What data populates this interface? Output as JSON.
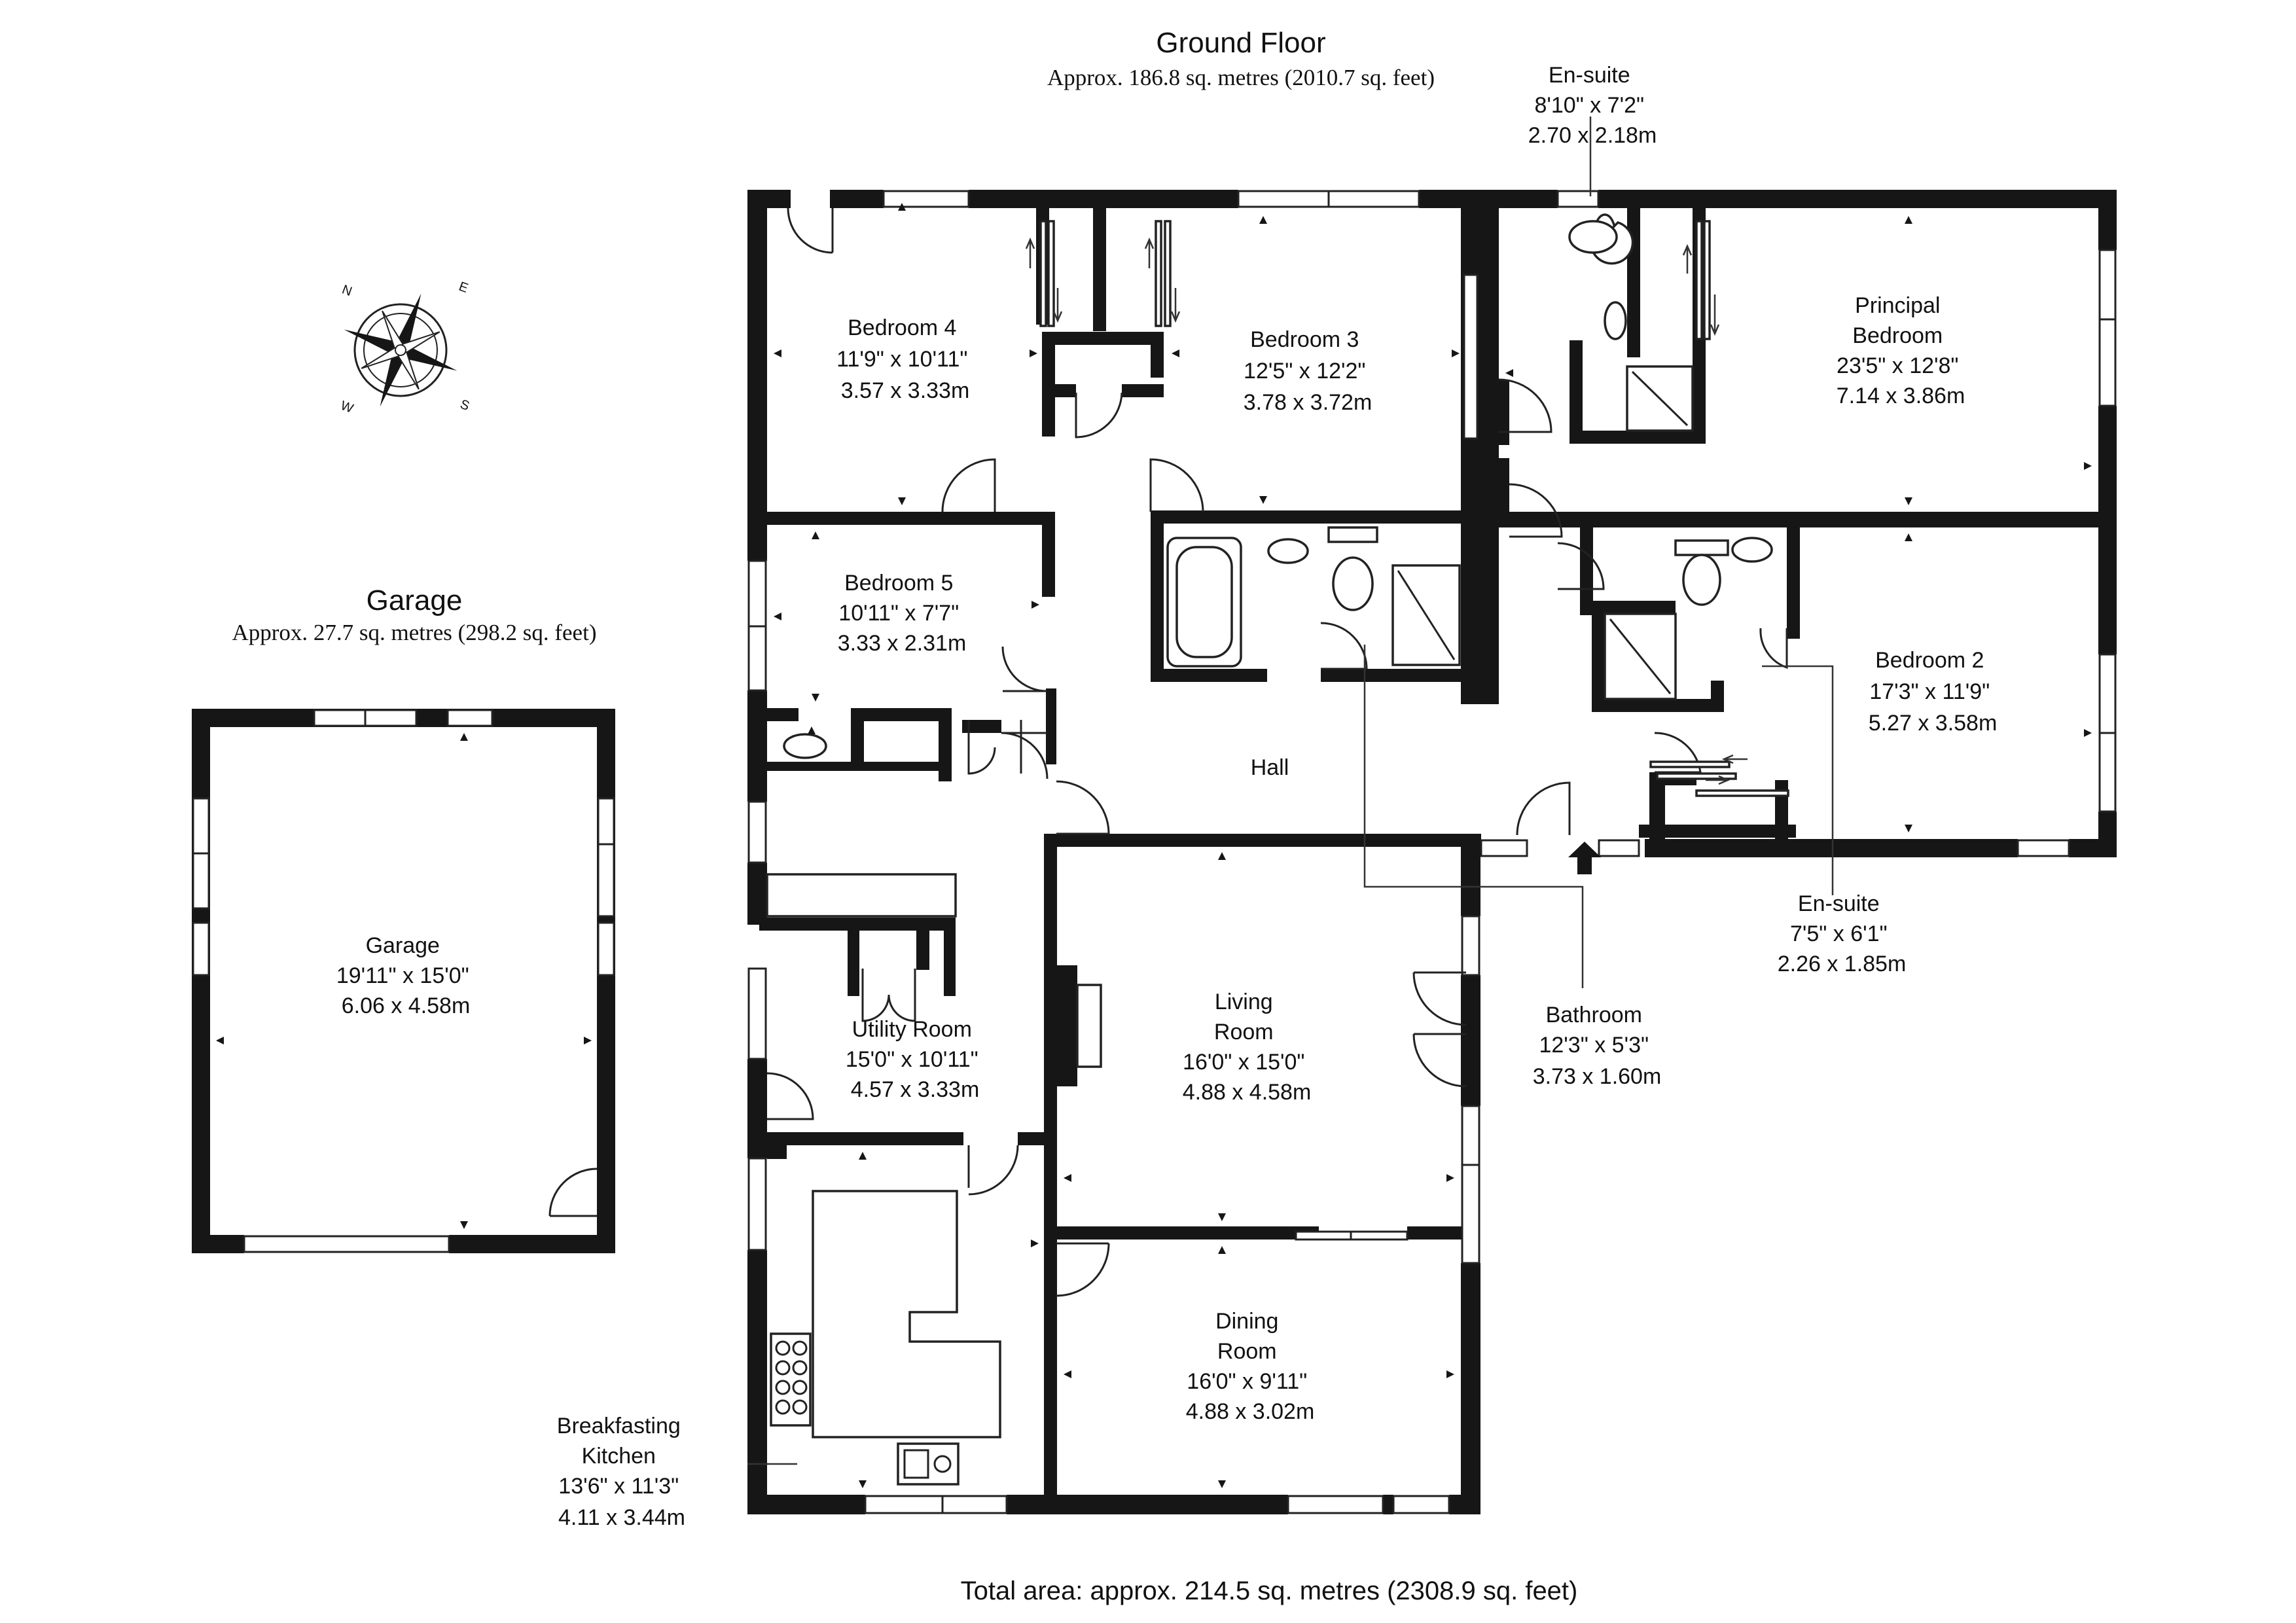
{
  "ground_floor": {
    "title": "Ground Floor",
    "area": "Approx. 186.8 sq. metres (2010.7 sq. feet)"
  },
  "garage_block": {
    "title": "Garage",
    "area": "Approx. 27.7 sq. metres (298.2 sq. feet)"
  },
  "total_area": "Total area: approx. 214.5 sq. metres (2308.9 sq. feet)",
  "compass_letters": [
    "N",
    "E",
    "S",
    "W"
  ],
  "rooms": {
    "bedroom4": [
      "Bedroom 4",
      "11'9\" x 10'11\"",
      "3.57 x 3.33m"
    ],
    "bedroom3": [
      "Bedroom 3",
      "12'5\" x 12'2\"",
      "3.78 x 3.72m"
    ],
    "ensuite1": [
      "En-suite",
      "8'10\" x 7'2\"",
      "2.70 x 2.18m"
    ],
    "principal": [
      "Principal",
      "Bedroom",
      "23'5\" x 12'8\"",
      "7.14 x 3.86m"
    ],
    "bedroom5": [
      "Bedroom 5",
      "10'11\" x 7'7\"",
      "3.33 x 2.31m"
    ],
    "bedroom2": [
      "Bedroom 2",
      "17'3\" x 11'9\"",
      "5.27 x 3.58m"
    ],
    "hall": [
      "Hall"
    ],
    "ensuite2": [
      "En-suite",
      "7'5\" x 6'1\"",
      "2.26 x 1.85m"
    ],
    "garage": [
      "Garage",
      "19'11\" x 15'0\"",
      "6.06 x 4.58m"
    ],
    "living": [
      "Living",
      "Room",
      "16'0\" x 15'0\"",
      "4.88 x 4.58m"
    ],
    "bathroom": [
      "Bathroom",
      "12'3\" x 5'3\"",
      "3.73 x 1.60m"
    ],
    "utility": [
      "Utility Room",
      "15'0\" x 10'11\"",
      "4.57 x 3.33m"
    ],
    "dining": [
      "Dining",
      "Room",
      "16'0\" x 9'11\"",
      "4.88 x 3.02m"
    ],
    "kitchen": [
      "Breakfasting",
      "Kitchen",
      "13'6\" x 11'3\"",
      "4.11 x 3.44m"
    ]
  },
  "colors": {
    "walls": "#161616",
    "background": "#ffffff",
    "text": "#111111"
  }
}
